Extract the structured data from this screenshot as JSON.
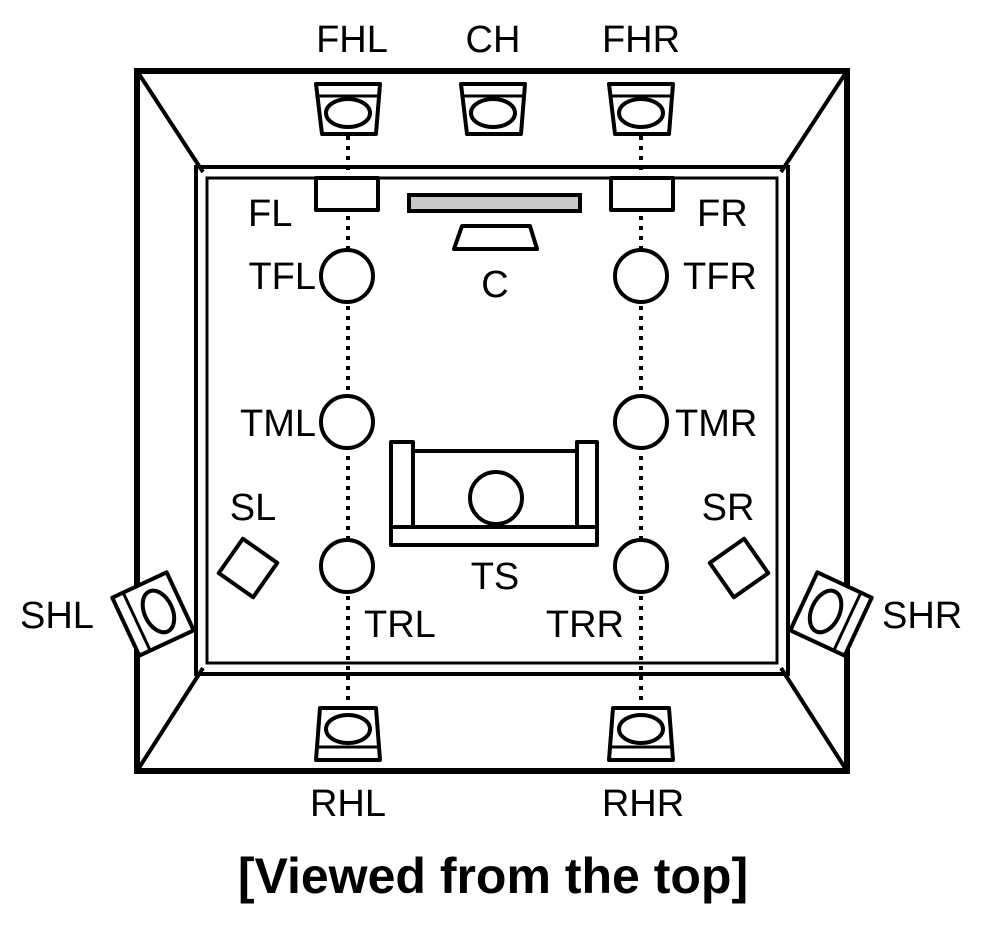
{
  "caption": "[Viewed from the top]",
  "labels": {
    "fhl": "FHL",
    "ch": "CH",
    "fhr": "FHR",
    "fl": "FL",
    "fr": "FR",
    "c": "C",
    "tfl": "TFL",
    "tfr": "TFR",
    "tml": "TML",
    "tmr": "TMR",
    "sl": "SL",
    "sr": "SR",
    "ts": "TS",
    "trl": "TRL",
    "trr": "TRR",
    "shl": "SHL",
    "shr": "SHR",
    "rhl": "RHL",
    "rhr": "RHR"
  },
  "colors": {
    "line": "#000000",
    "screen": "#c8c8c8",
    "background": "#ffffff"
  }
}
